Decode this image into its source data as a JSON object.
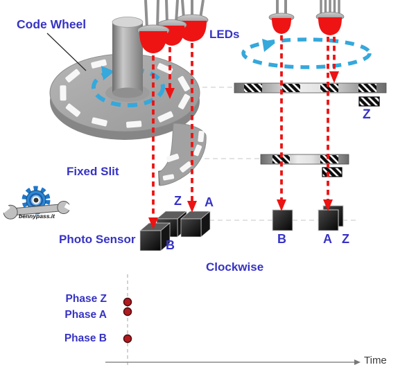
{
  "labels": {
    "code_wheel": "Code Wheel",
    "leds": "LEDs",
    "fixed_slit": "Fixed Slit",
    "photo_sensor": "Photo Sensor",
    "clockwise": "Clockwise",
    "time": "Time",
    "z_track": "Z"
  },
  "left_sensors": {
    "z": "Z",
    "a": "A",
    "b": "B"
  },
  "right_sensors": {
    "b": "B",
    "a": "A",
    "z": "Z"
  },
  "phases": {
    "z": "Phase Z",
    "a": "Phase A",
    "b": "Phase B"
  },
  "logo": {
    "text": "bennypass.it"
  },
  "colors": {
    "label_blue": "#3633c4",
    "beam_red": "#ec1313",
    "rotation_blue": "#35a8dc",
    "phase_dot": "#b01b20",
    "wheel_gray": "#a6a6a6"
  }
}
